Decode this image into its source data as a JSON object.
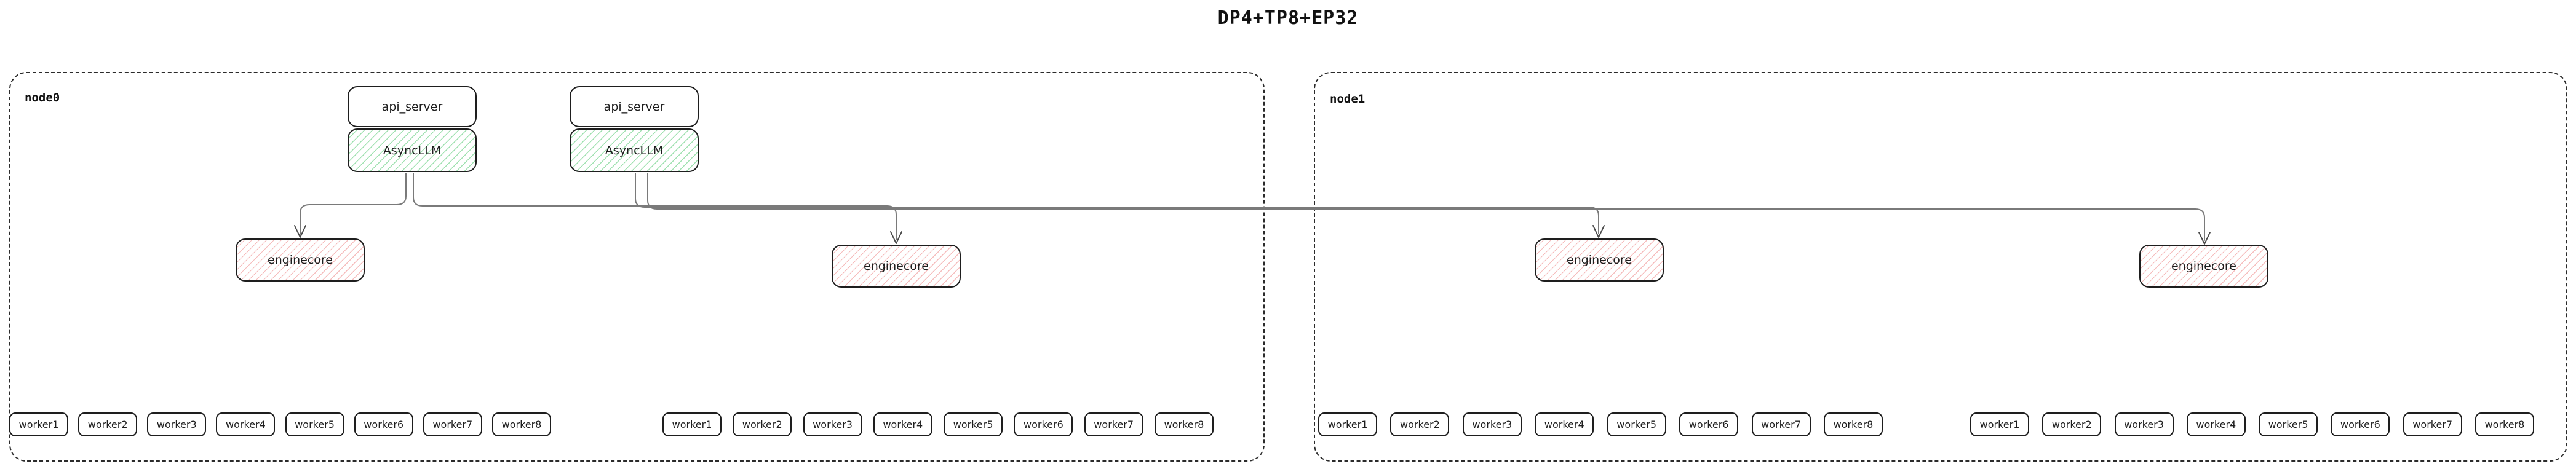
{
  "title": "DP4+TP8+EP32",
  "colors": {
    "box_border": "#1e1e1e",
    "node_border": "#2b2b2b",
    "asyncllm_hatch_green": "#50c86e",
    "enginecore_hatch_red": "#eb7373",
    "connector_gray": "#7a7a7a"
  },
  "node0": {
    "label": "node0",
    "pairs": [
      {
        "api_server": "api_server",
        "asyncllm": "AsyncLLM"
      },
      {
        "api_server": "api_server",
        "asyncllm": "AsyncLLM"
      }
    ],
    "enginecores": [
      "enginecore",
      "enginecore"
    ],
    "worker_groups": [
      [
        "worker1",
        "worker2",
        "worker3",
        "worker4",
        "worker5",
        "worker6",
        "worker7",
        "worker8"
      ],
      [
        "worker1",
        "worker2",
        "worker3",
        "worker4",
        "worker5",
        "worker6",
        "worker7",
        "worker8"
      ]
    ]
  },
  "node1": {
    "label": "node1",
    "enginecores": [
      "enginecore",
      "enginecore"
    ],
    "worker_groups": [
      [
        "worker1",
        "worker2",
        "worker3",
        "worker4",
        "worker5",
        "worker6",
        "worker7",
        "worker8"
      ],
      [
        "worker1",
        "worker2",
        "worker3",
        "worker4",
        "worker5",
        "worker6",
        "worker7",
        "worker8"
      ]
    ]
  }
}
